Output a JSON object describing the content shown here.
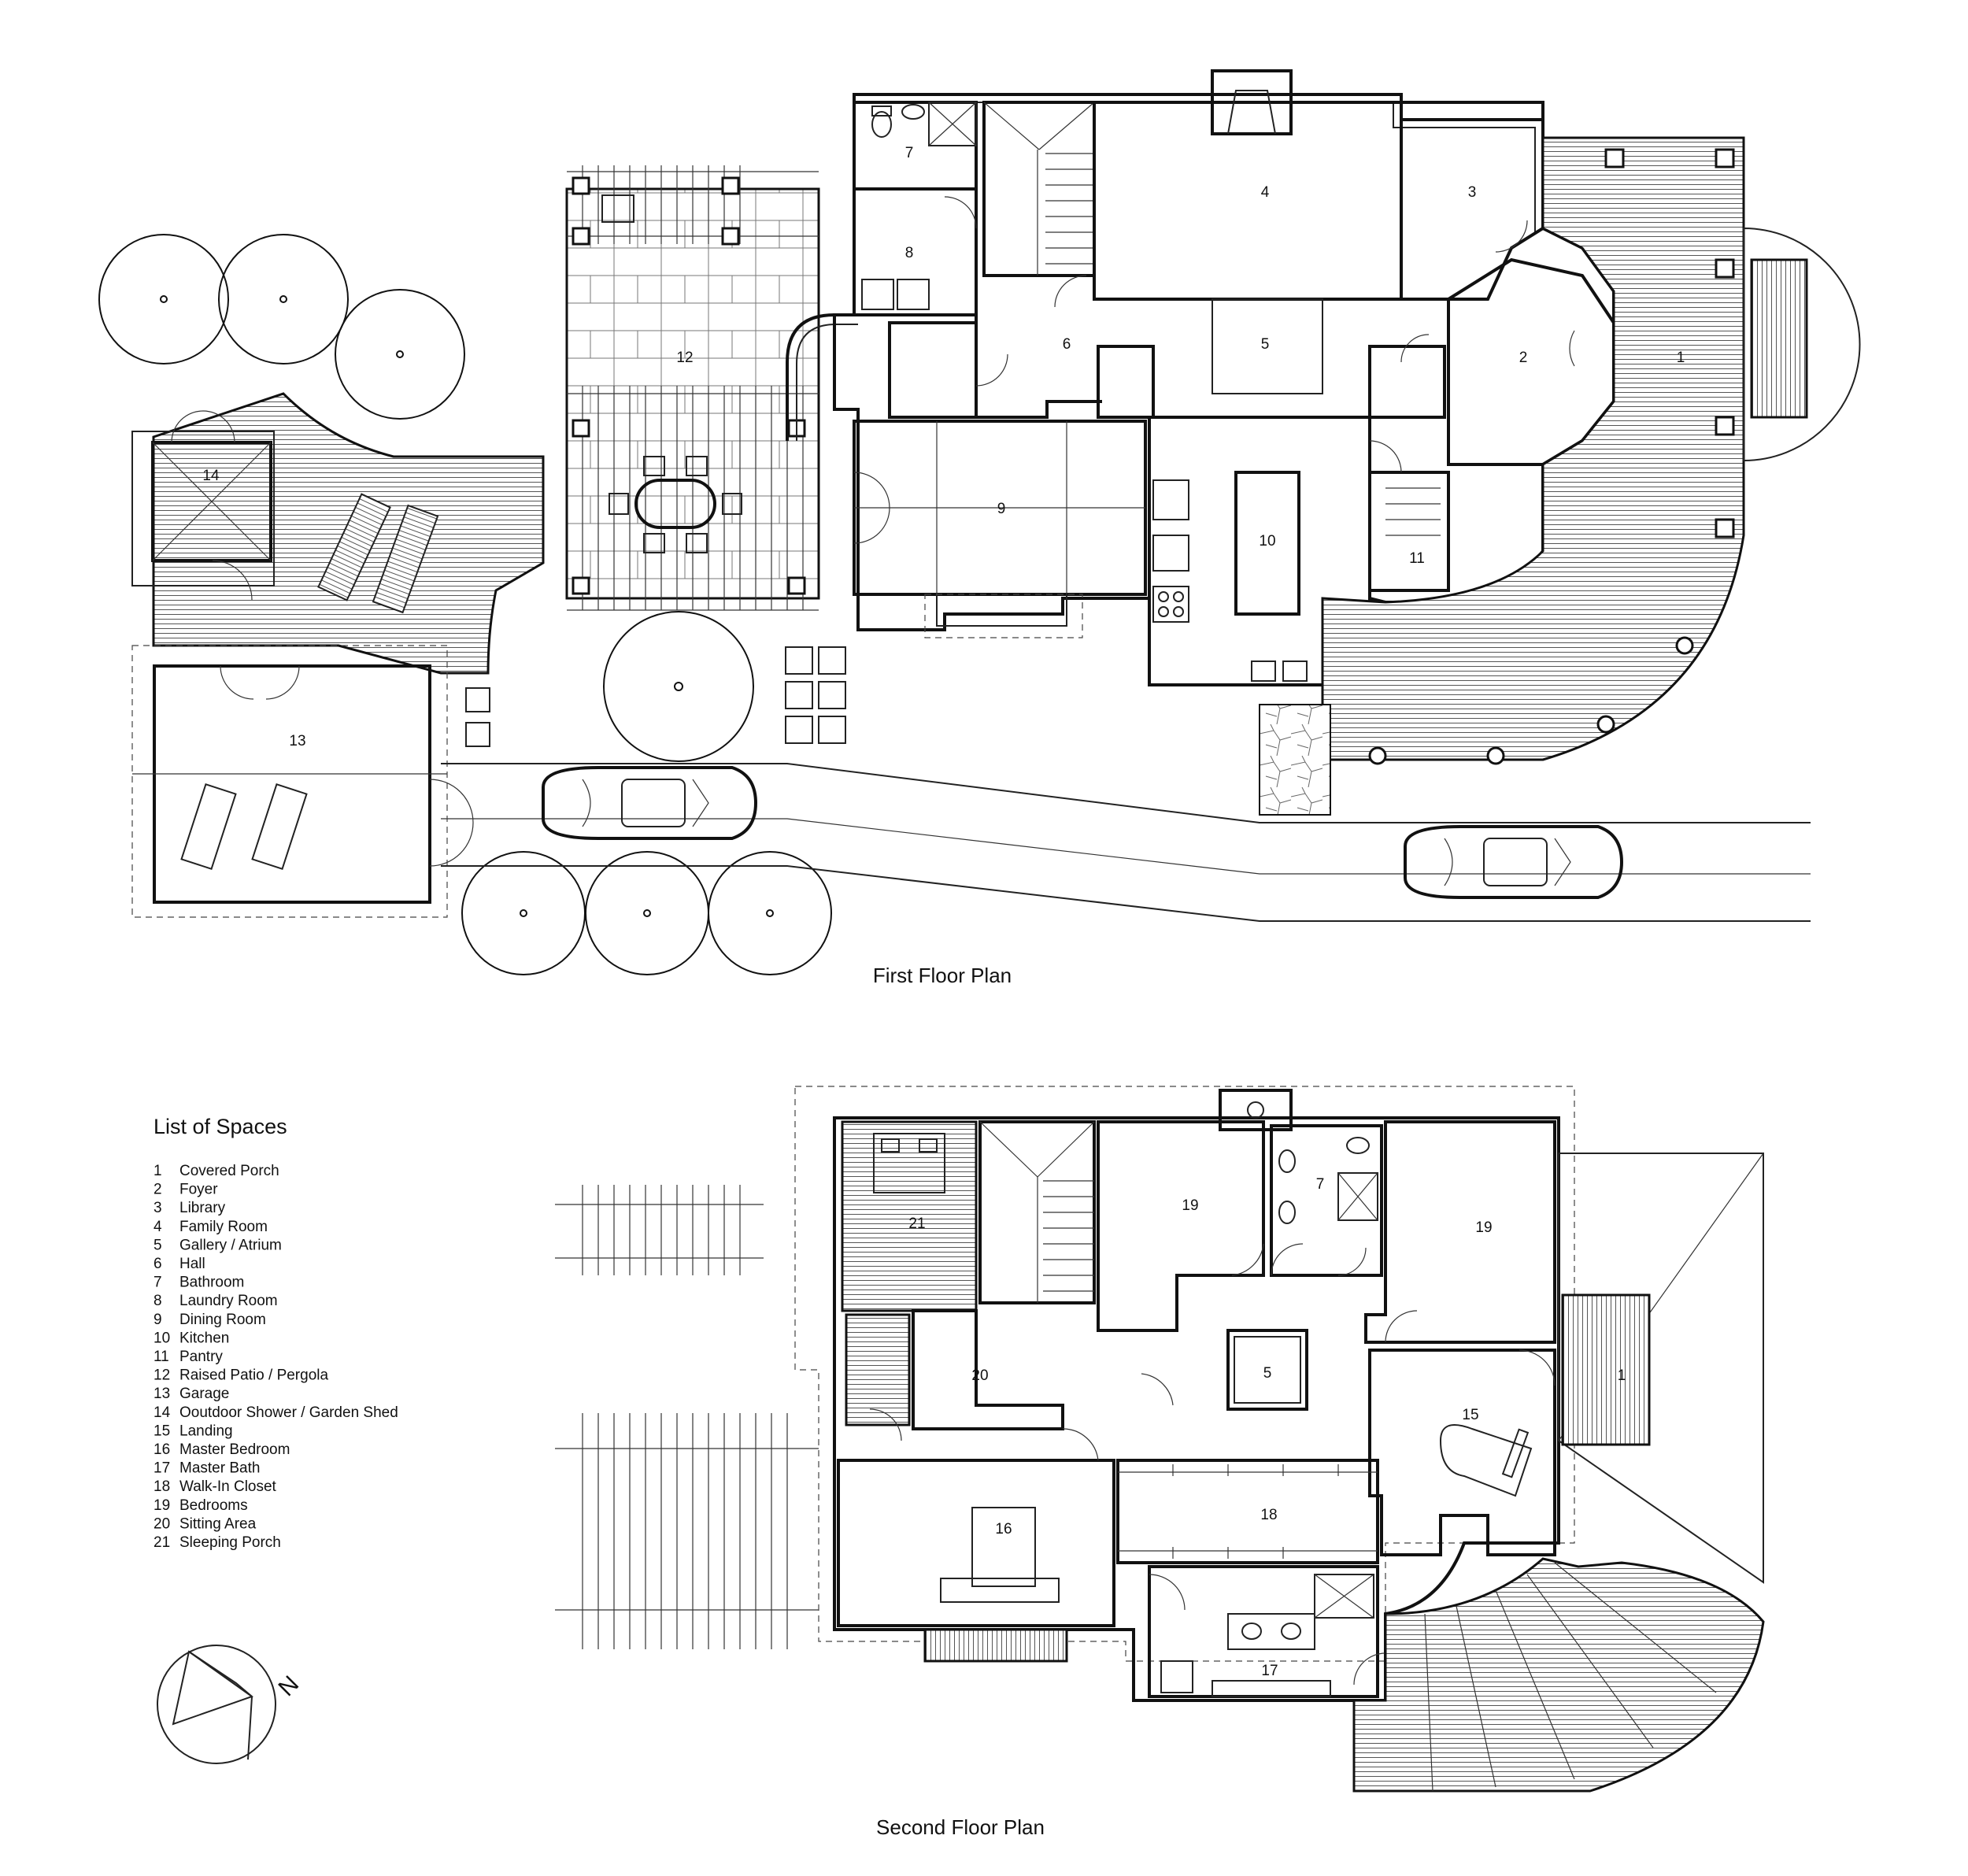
{
  "plans": {
    "first_floor": {
      "title": "First Floor Plan",
      "rooms": [
        "1",
        "2",
        "3",
        "4",
        "5",
        "6",
        "7",
        "8",
        "9",
        "10",
        "11",
        "12",
        "13",
        "14"
      ]
    },
    "second_floor": {
      "title": "Second Floor Plan",
      "rooms": [
        "1",
        "5",
        "7",
        "15",
        "16",
        "17",
        "18",
        "19",
        "19",
        "20",
        "21"
      ]
    }
  },
  "legend": {
    "title": "List of Spaces",
    "items": [
      {
        "num": "1",
        "label": "Covered Porch"
      },
      {
        "num": "2",
        "label": "Foyer"
      },
      {
        "num": "3",
        "label": "Library"
      },
      {
        "num": "4",
        "label": "Family Room"
      },
      {
        "num": "5",
        "label": "Gallery / Atrium"
      },
      {
        "num": "6",
        "label": "Hall"
      },
      {
        "num": "7",
        "label": "Bathroom"
      },
      {
        "num": "8",
        "label": "Laundry Room"
      },
      {
        "num": "9",
        "label": "Dining Room"
      },
      {
        "num": "10",
        "label": "Kitchen"
      },
      {
        "num": "11",
        "label": "Pantry"
      },
      {
        "num": "12",
        "label": "Raised Patio / Pergola"
      },
      {
        "num": "13",
        "label": "Garage"
      },
      {
        "num": "14",
        "label": "Ooutdoor Shower / Garden Shed"
      },
      {
        "num": "15",
        "label": "Landing"
      },
      {
        "num": "16",
        "label": "Master Bedroom"
      },
      {
        "num": "17",
        "label": "Master Bath"
      },
      {
        "num": "18",
        "label": "Walk-In Closet"
      },
      {
        "num": "19",
        "label": "Bedrooms"
      },
      {
        "num": "20",
        "label": "Sitting Area"
      },
      {
        "num": "21",
        "label": "Sleeping Porch"
      }
    ]
  },
  "north_arrow": {
    "label": "N",
    "icon": "north-arrow-icon"
  }
}
